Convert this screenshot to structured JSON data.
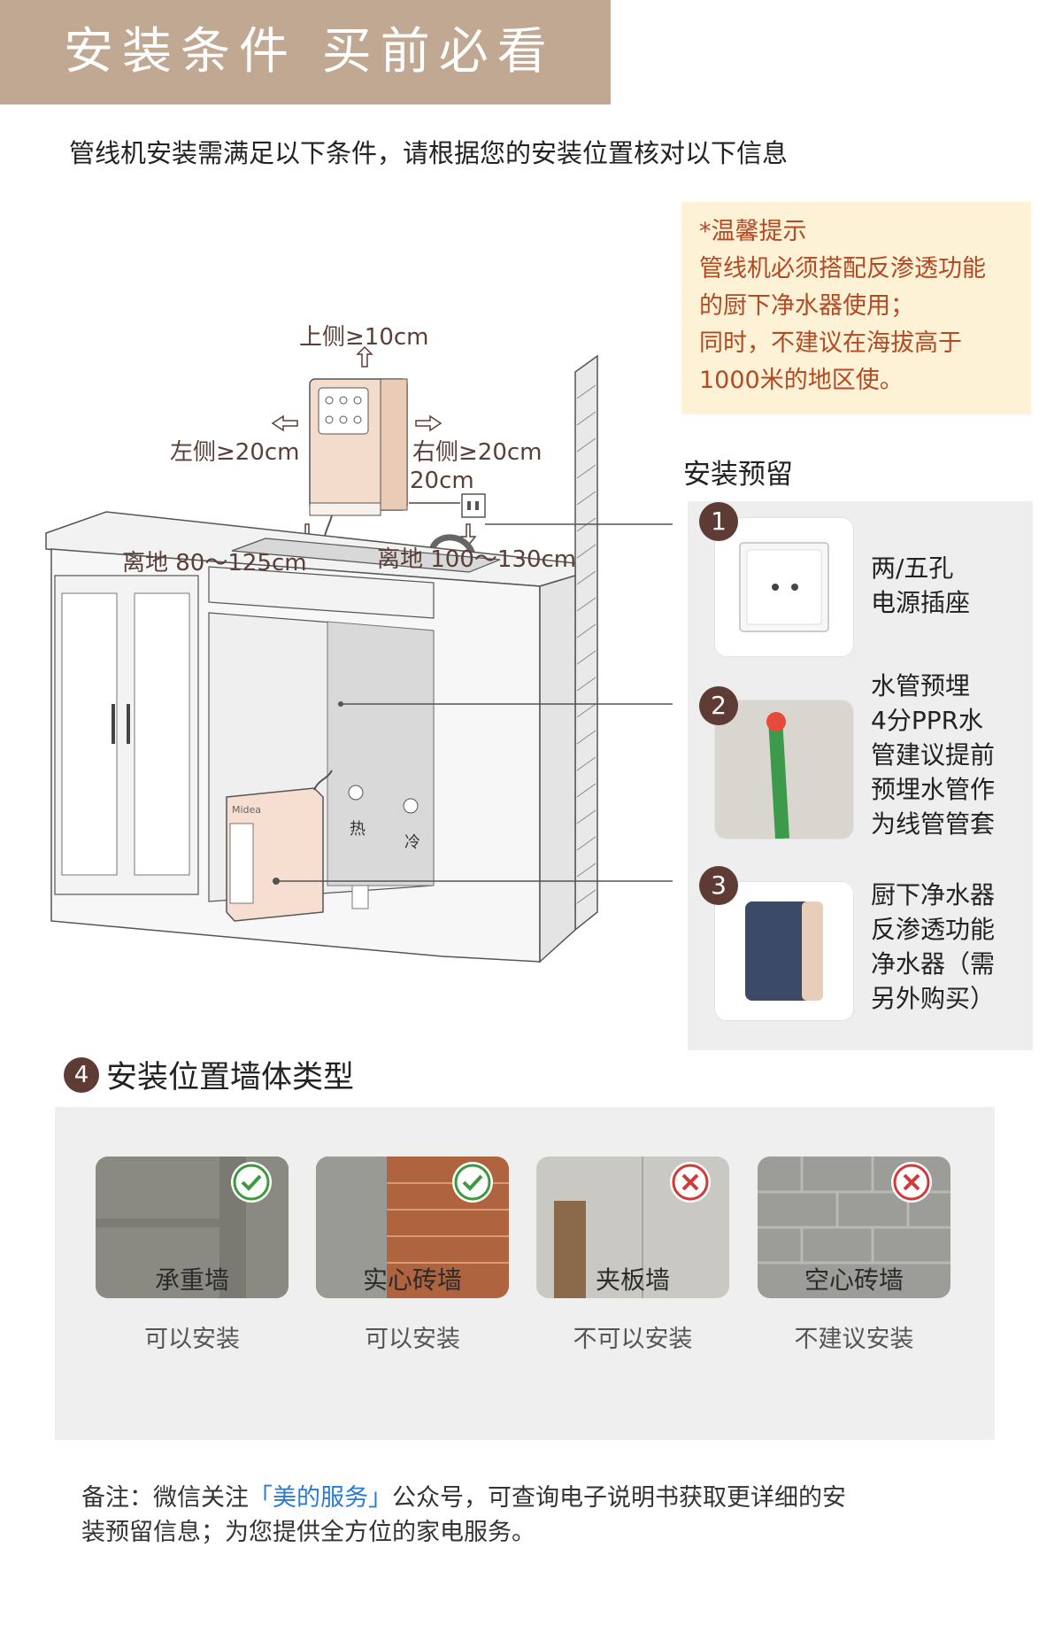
{
  "header": {
    "title": "安装条件  买前必看"
  },
  "intro": "管线机安装需满足以下条件，请根据您的安装位置核对以下信息",
  "tip": {
    "heading": "*温馨提示",
    "lines": [
      "管线机必须搭配反渗透功能",
      "的厨下净水器使用；",
      "同时，不建议在海拔高于",
      "1000米的地区使。"
    ]
  },
  "diagram": {
    "top": "上侧≥10cm",
    "left": "左侧≥20cm",
    "right": "右侧≥20cm",
    "gap": "20cm",
    "floor_left": "离地 80～125cm",
    "floor_right": "离地 100～130cm",
    "hot": "热",
    "cold": "冷",
    "brand": "Midea"
  },
  "reserve": {
    "title": "安装预留",
    "items": [
      {
        "num": "1",
        "lines": [
          "两/五孔",
          "电源插座"
        ]
      },
      {
        "num": "2",
        "lines": [
          "水管预埋",
          "4分PPR水",
          "管建议提前",
          "预埋水管作",
          "为线管管套"
        ]
      },
      {
        "num": "3",
        "lines": [
          "厨下净水器",
          "反渗透功能",
          "净水器（需",
          "另外购买）"
        ]
      }
    ]
  },
  "walls": {
    "section_num": "4",
    "section_title": "安装位置墙体类型",
    "items": [
      {
        "label": "承重墙",
        "caption": "可以安装",
        "status": "ok"
      },
      {
        "label": "实心砖墙",
        "caption": "可以安装",
        "status": "ok"
      },
      {
        "label": "夹板墙",
        "caption": "不可以安装",
        "status": "no"
      },
      {
        "label": "空心砖墙",
        "caption": "不建议安装",
        "status": "no"
      }
    ]
  },
  "footer": {
    "prefix": "备注：微信关注",
    "highlight": "「美的服务」",
    "suffix": "公众号，可查询电子说明书获取更详细的安",
    "line2": "装预留信息；为您提供全方位的家电服务。"
  },
  "colors": {
    "accent": "#c1a892",
    "badge": "#5e3b34",
    "tip_text": "#b24a24",
    "tip_bg": "#fdf1d6",
    "link": "#2a7ad8"
  }
}
